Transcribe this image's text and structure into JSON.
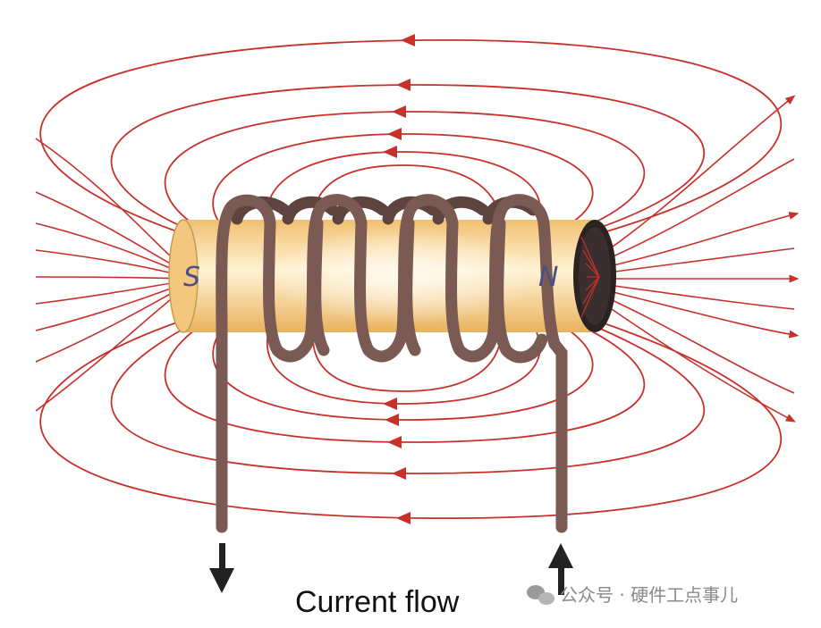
{
  "diagram": {
    "pole_south": "S",
    "pole_north": "N",
    "caption": "Current flow",
    "watermark": "公众号 · 硬件工点事儿",
    "colors": {
      "field_line": "#c8302a",
      "coil_wire": "#7a5a52",
      "core_fill": "#f3c77e",
      "core_highlight": "#fff6dd",
      "pole_text": "#4a4f8a",
      "arrow": "#222222"
    },
    "icons": [
      "current-down-arrow-icon",
      "current-up-arrow-icon",
      "wechat-icon"
    ]
  }
}
